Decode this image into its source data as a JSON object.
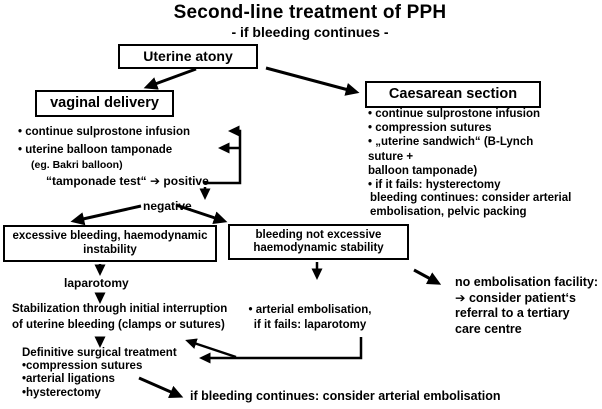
{
  "title": "Second-line treatment of PPH",
  "subtitle": "- if bleeding continues -",
  "nodes": {
    "uterine_atony": "Uterine atony",
    "vaginal_delivery": "vaginal delivery",
    "caesarean_section": "Caesarean section",
    "excessive_bleeding": "excessive bleeding, haemodynamic\ninstability",
    "bleeding_not_excessive": "bleeding not excessive\nhaemodynamic stability"
  },
  "vaginal_path": {
    "bullets": "• continue sulprostone infusion\n• uterine balloon tamponade",
    "balloon_note": "(eg. Bakri balloon)",
    "tamponade_line": "“tamponade test“ ➔ positive",
    "negative_label": "negative"
  },
  "caesarean_path": {
    "bullets": "• continue sulprostone infusion\n• compression sutures\n• „uterine sandwich“ (B-Lynch suture +\nballoon tamponade)\n• if it fails: hysterectomy",
    "outcome": "bleeding continues: consider arterial\nembolisation, pelvic packing"
  },
  "unstable_path": {
    "laparotomy_label": "laparotomy",
    "stabilization": "Stabilization through initial interruption\nof uterine bleeding (clamps or sutures)",
    "definitive_block": "Definitive surgical treatment\n•compression sutures\n•arterial ligations\n•hysterectomy"
  },
  "stable_path": {
    "embolisation": "• arterial embolisation,\nif it fails: laparotomy"
  },
  "referral_note": "no embolisation facility:\n➔ consider patient‘s\nreferral to a tertiary\ncare centre",
  "footer_note": "if bleeding continues: consider arterial embolisation",
  "colors": {
    "ink": "#000000",
    "background": "#ffffff"
  }
}
